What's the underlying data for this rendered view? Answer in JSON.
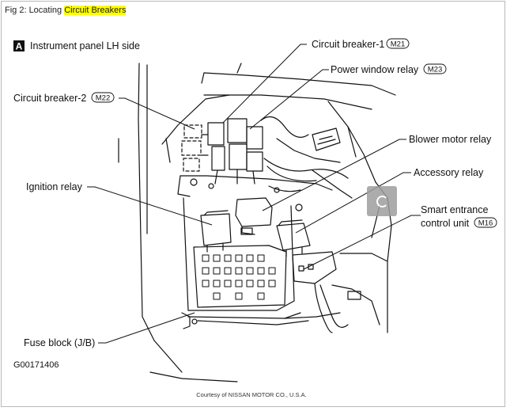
{
  "caption": {
    "prefix": "Fig 2: Locating ",
    "highlight": "Circuit Breakers"
  },
  "diagram": {
    "view_letter": "A",
    "view_title": "Instrument panel LH side",
    "labels": {
      "cb1": "Circuit breaker-1",
      "cb1_code": "M21",
      "pwr": "Power window relay",
      "pwr_code": "M23",
      "cb2": "Circuit breaker-2",
      "cb2_code": "M22",
      "blower": "Blower motor relay",
      "accessory": "Accessory relay",
      "ignition": "Ignition relay",
      "smart1": "Smart entrance",
      "smart2": "control unit",
      "smart_code": "M16",
      "fuse": "Fuse block (J/B)"
    },
    "figure_id": "G00171406"
  },
  "credit": "Courtesy of NISSAN MOTOR CO., U.S.A."
}
